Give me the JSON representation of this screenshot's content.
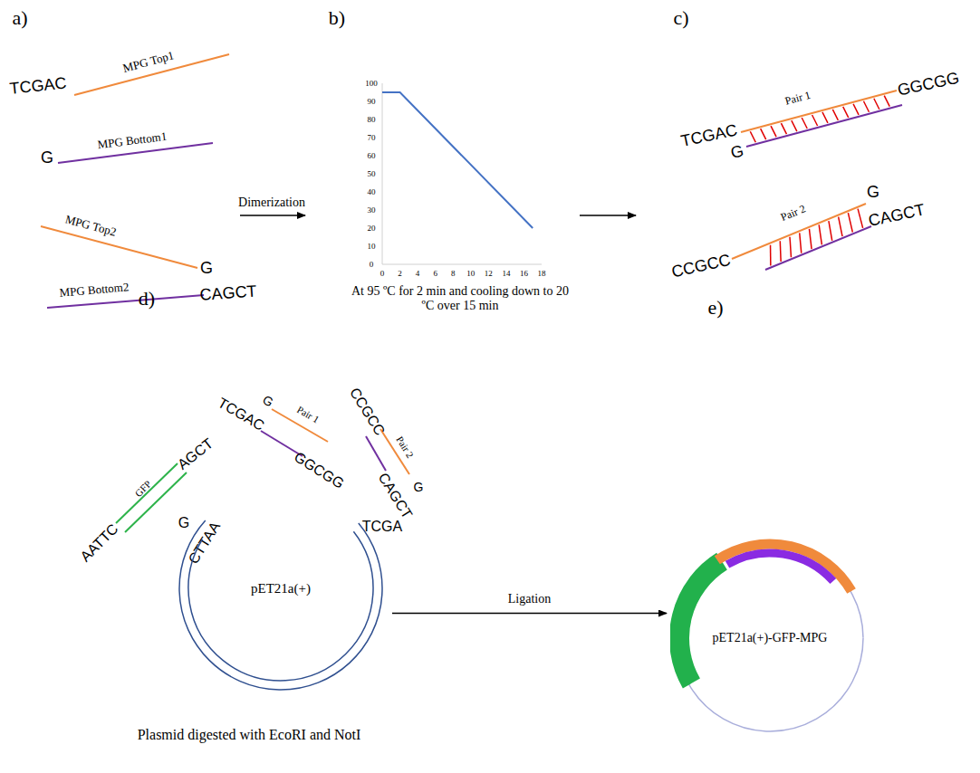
{
  "diagram": {
    "nodes": [
      {
        "text": [
          "pET21a(+)"
        ]
      },
      {
        "text": [
          "pET21a(+)-GFP-MPG"
        ]
      }
    ],
    "edges": [
      {
        "from": 0,
        "to": 1,
        "arrow": "to",
        "label": "Ligation"
      }
    ],
    "labels": [
      "a)",
      "b)",
      "c)",
      "TCGAC",
      "MPG Top1",
      "G",
      "MPG Bottom1",
      "MPG Top2",
      "G",
      "MPG Bottom2",
      "CAGCT",
      "Dimerization",
      "0",
      "10",
      "20",
      "30",
      "40",
      "50",
      "60",
      "70",
      "80",
      "90",
      "100",
      "0",
      "2",
      "4",
      "6",
      "8",
      "10",
      "12",
      "14",
      "16",
      "18",
      "At 95 ºC for 2 min and cooling down to 20 ºC over 15 min",
      "Pair 1",
      "TCGAC",
      "G",
      "GGCGG",
      "Pair 2",
      "G",
      "CAGCT",
      "CCGCC",
      "d)",
      "AATTC",
      "GFP",
      "AGCT",
      "G",
      "CTTAA",
      "TCGA",
      "TCGAC",
      "G",
      "Pair 1",
      "GGCGG",
      "CCGCC",
      "Pair 2",
      "G",
      "CAGCT",
      "e)",
      "Plasmid digested with EcoRI and NotI"
    ]
  }
}
